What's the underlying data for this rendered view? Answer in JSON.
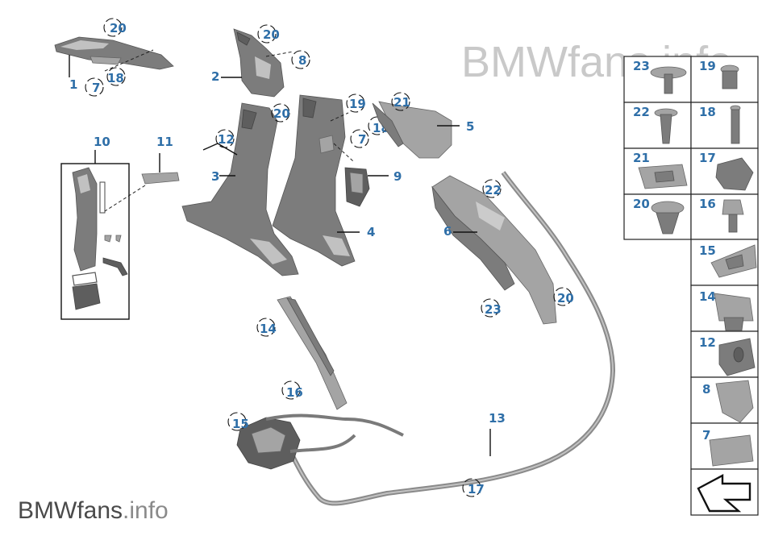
{
  "watermark_top": "BMWfans.info",
  "watermark_bottom": {
    "brand": "BMWfans",
    "domain": ".info"
  },
  "callouts": {
    "c1": "1",
    "c2": "2",
    "c3": "3",
    "c4": "4",
    "c5": "5",
    "c6": "6",
    "c7a": "7",
    "c7b": "7",
    "c8": "8",
    "c9": "9",
    "c10": "10",
    "c11": "11",
    "c12": "12",
    "c13": "13",
    "c14": "14",
    "c15": "15",
    "c16": "16",
    "c17": "17",
    "c18a": "18",
    "c18b": "18",
    "c19": "19",
    "c20a": "20",
    "c20b": "20",
    "c20c": "20",
    "c20d": "20",
    "c21": "21",
    "c22": "22",
    "c23": "23"
  },
  "fastener_table": {
    "rows": [
      {
        "left": "23",
        "right": "19"
      },
      {
        "left": "22",
        "right": "18"
      },
      {
        "left": "21",
        "right": "17"
      },
      {
        "left": "20",
        "right": "16"
      }
    ],
    "single": [
      "15",
      "14",
      "12",
      "8",
      "7"
    ]
  },
  "colors": {
    "callout": "#2f6fa8",
    "part": "#7c7c7c",
    "watermark": "#c9c9c9"
  },
  "icons": [
    "nav-arrow-icon"
  ]
}
